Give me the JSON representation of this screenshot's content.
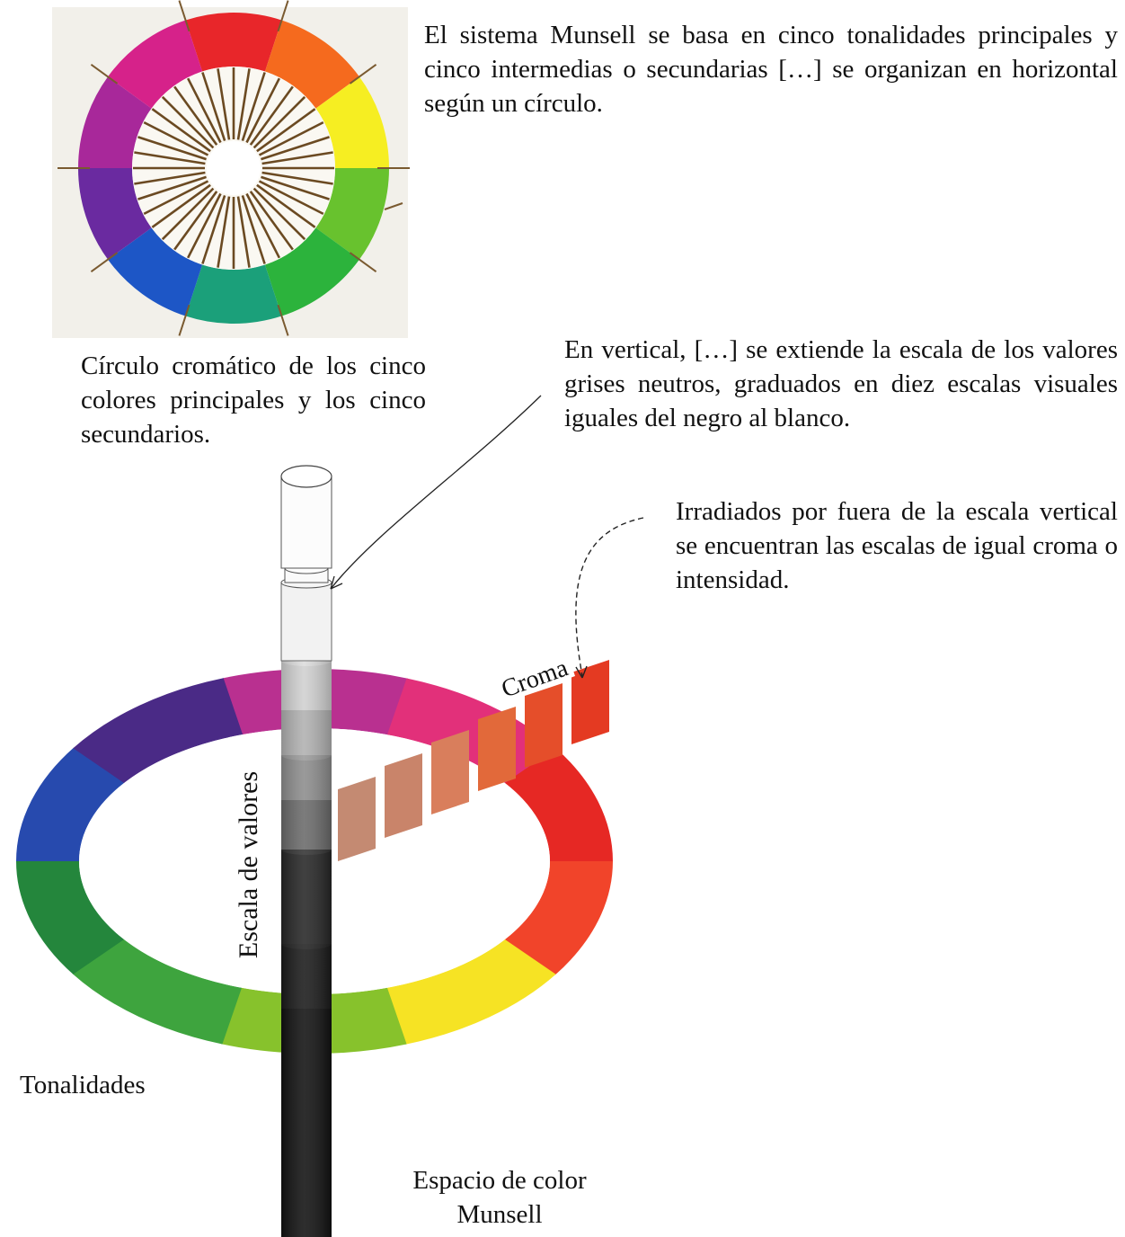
{
  "texts": {
    "munsell_intro": "El sistema Munsell se basa en cinco tonalidades principales y cinco intermedias o secundarias […] se organizan en horizontal según un círculo.",
    "wheel_caption": "Círculo cromático de los cinco colores principales y los cinco secundarios.",
    "vertical_desc": "En vertical, […] se extiende la escala de los valores grises neutros, graduados en diez escalas visuales iguales del negro al blanco.",
    "chroma_desc": "Irradiados por fuera de la escala vertical se encuentran las escalas de igual croma o intensidad.",
    "hues_label": "Tonalidades",
    "space_label": "Espacio de color Munsell",
    "value_scale_label": "Escala de valores",
    "chroma_label": "Croma"
  },
  "colors": {
    "wheel_segments": [
      "#e8262a",
      "#f56a1e",
      "#f6ee22",
      "#68c22e",
      "#2cb33c",
      "#1ba07a",
      "#1d56c6",
      "#6a2aa0",
      "#a8289a",
      "#d6228a"
    ],
    "ring_segments": [
      "#b93090",
      "#e2307a",
      "#e62824",
      "#f1442a",
      "#f6e324",
      "#87c22c",
      "#3ea43e",
      "#24863c",
      "#274aae",
      "#4a2a86"
    ],
    "value_grays": [
      "#f4f4f4",
      "#eaeaea",
      "#d0d0d0",
      "#b0b0b0",
      "#8c8c8c",
      "#6a6a6a",
      "#3a3a3a",
      "#262626",
      "#1a1a1a",
      "#111111"
    ],
    "chroma_chips": [
      "#c48a72",
      "#c9846a",
      "#d97e5c",
      "#e2693a",
      "#e54e2a",
      "#e43a22"
    ]
  }
}
